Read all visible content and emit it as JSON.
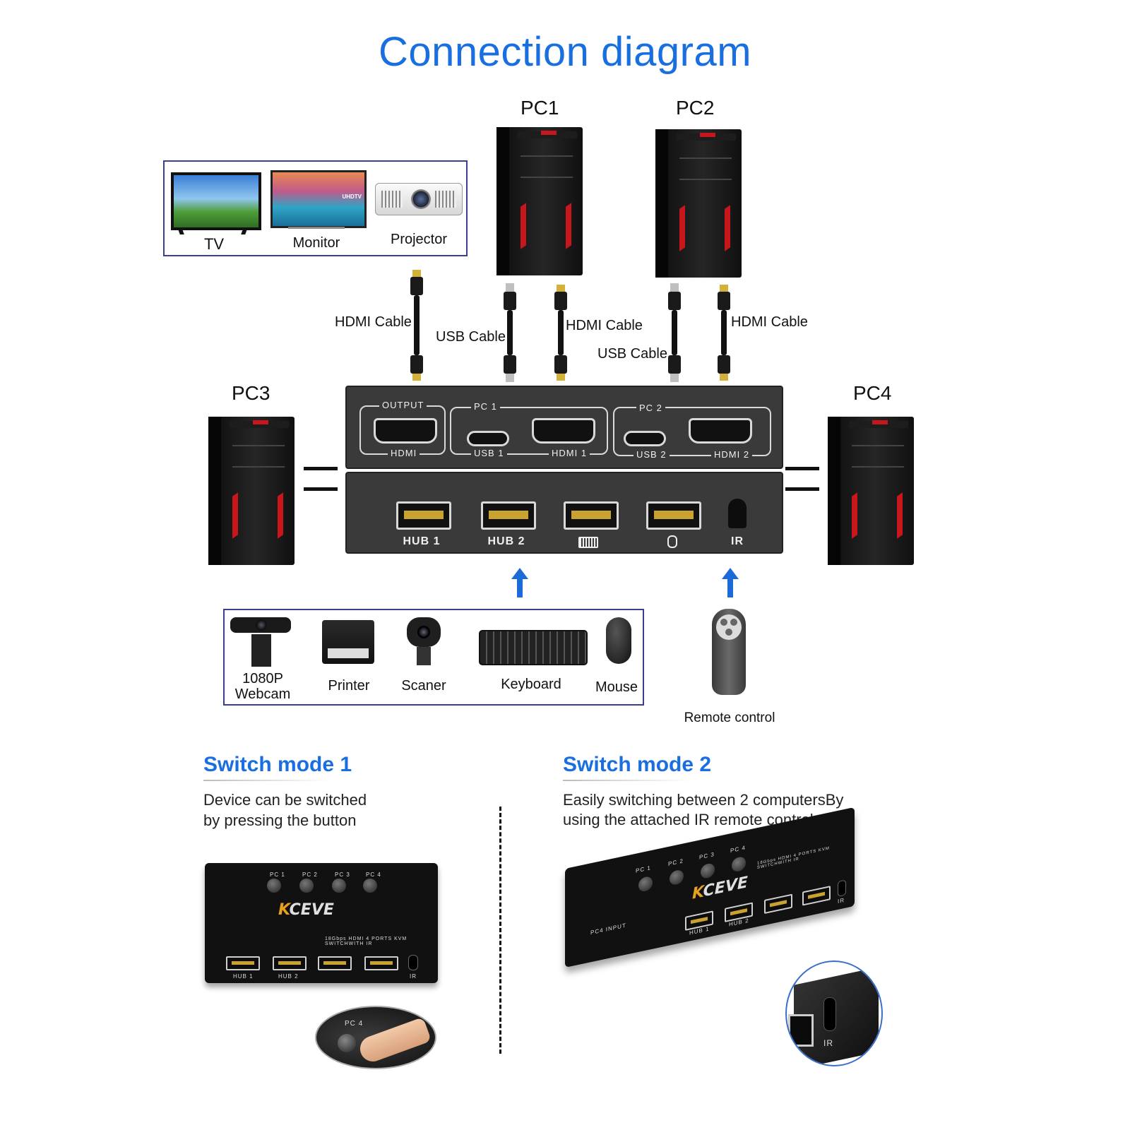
{
  "title": "Connection diagram",
  "computers": {
    "pc1": "PC1",
    "pc2": "PC2",
    "pc3": "PC3",
    "pc4": "PC4"
  },
  "display_devices": [
    "TV",
    "Monitor",
    "Projector"
  ],
  "display_device_marks": {
    "monitor": "UHDTV"
  },
  "cables": {
    "hdmi_output": "HDMI  Cable",
    "usb_pc1": "USB  Cable",
    "hdmi_pc1": "HDMI  Cable",
    "usb_pc2": "USB  Cable",
    "hdmi_pc2": "HDMI  Cable"
  },
  "kvm_front": {
    "output_group": "OUTPUT",
    "output_port": "HDMI",
    "pc1_group": "PC 1",
    "pc1_usb": "USB 1",
    "pc1_hdmi": "HDMI 1",
    "pc2_group": "PC 2",
    "pc2_usb": "USB 2",
    "pc2_hdmi": "HDMI 2"
  },
  "kvm_back": {
    "hub1": "HUB 1",
    "hub2": "HUB 2",
    "keyboard_icon": "keyboard-icon",
    "mouse_icon": "mouse-icon",
    "ir": "IR"
  },
  "peripherals": [
    {
      "line1": "1080P",
      "line2": "Webcam"
    },
    {
      "line1": "Printer"
    },
    {
      "line1": "Scaner"
    },
    {
      "line1": "Keyboard"
    },
    {
      "line1": "Mouse"
    }
  ],
  "remote_label": "Remote control",
  "mode1": {
    "title": "Switch mode 1",
    "desc_line1": "Device can be switched",
    "desc_line2": "by pressing the button",
    "brand": "KCEVE",
    "product_text": "18Gbps HDMI 4 PORTS KVM SWITCHWITH IR",
    "buttons": [
      "PC 1",
      "PC 2",
      "PC 3",
      "PC 4"
    ],
    "ports": [
      "HUB 1",
      "HUB 2",
      "",
      "",
      "IR"
    ],
    "closeup_button": "PC 4"
  },
  "mode2": {
    "title": "Switch mode 2",
    "desc_line1": "Easily switching between 2 computersBy",
    "desc_line2": "using the attached IR remote control",
    "brand": "KCEVE",
    "product_text": "18Gbps HDMI 4 PORTS KVM SWITCHWITH IR",
    "buttons": [
      "PC 1",
      "PC 2",
      "PC 3",
      "PC 4"
    ],
    "side_label": "PC4 INPUT",
    "ports": [
      "HUB 1",
      "HUB 2",
      "",
      "",
      "IR"
    ],
    "closeup_label": "IR"
  },
  "colors": {
    "title_blue": "#1a6fe0",
    "arrow_blue": "#1b6ad8",
    "box_border": "#3b3f8f",
    "accent_red": "#c8161d",
    "hdmi_gold": "#d4b23a"
  }
}
